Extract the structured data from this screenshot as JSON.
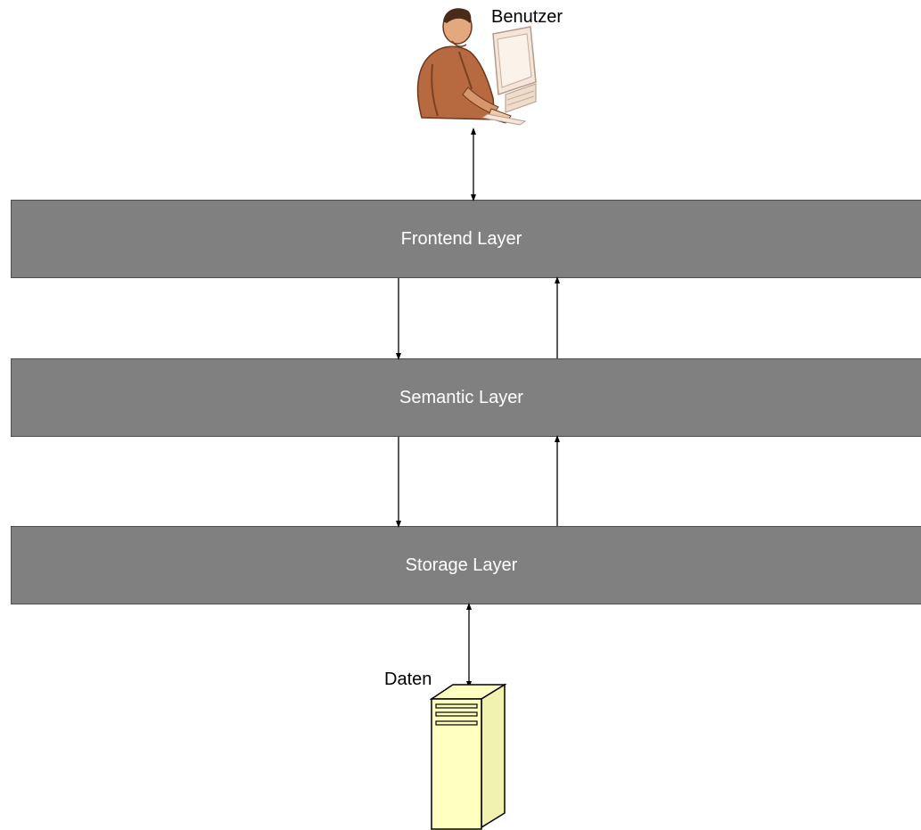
{
  "diagram": {
    "user_label": "Benutzer",
    "data_label": "Daten",
    "layers": {
      "frontend": "Frontend Layer",
      "semantic": "Semantic Layer",
      "storage": "Storage Layer"
    }
  },
  "colors": {
    "layer_fill": "#808080",
    "layer_text": "#ffffff",
    "arrow": "#000000",
    "server_fill": "#ffffc0"
  },
  "icons": [
    "user-at-computer-icon",
    "server-tower-icon"
  ]
}
